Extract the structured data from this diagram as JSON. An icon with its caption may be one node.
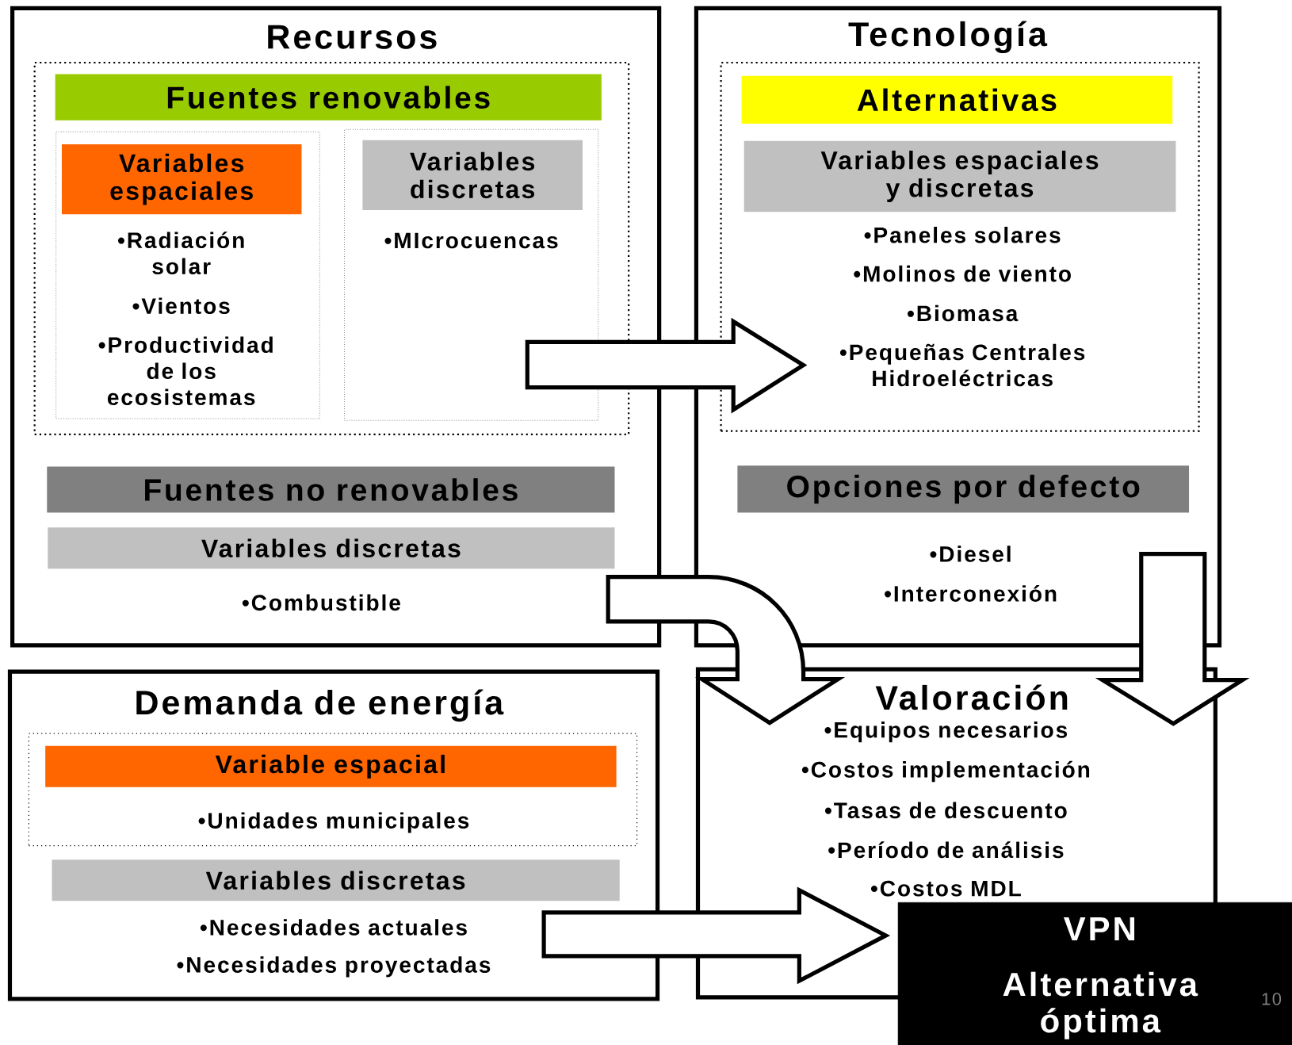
{
  "diagram": {
    "nodes": [
      {
        "text": [
          "Recursos",
          "•Combustible"
        ]
      },
      {
        "text": [],
        "shape": "box",
        "in": 0
      },
      {
        "text": [
          "Fuentes renovables"
        ],
        "in": 1
      },
      {
        "text": [
          "•Radiación solar",
          "•Vientos",
          "•Productividad de los ecosistemas"
        ],
        "in": 1
      },
      {
        "text": [
          "Variables espaciales"
        ],
        "in": 3
      },
      {
        "text": [
          "•MIcrocuencas"
        ],
        "in": 1
      },
      {
        "text": [
          "Variables discretas"
        ],
        "in": 5
      },
      {
        "text": [
          "Fuentes no renovables"
        ],
        "in": 0
      },
      {
        "text": [
          "Variables discretas"
        ],
        "in": 0
      },
      {
        "text": [
          "Tecnología",
          "•Diesel",
          "•Interconexión"
        ]
      },
      {
        "text": [
          "•Paneles solares",
          "•Molinos de viento",
          "•Biomasa",
          "•Pequeñas Centrales Hidroeléctricas"
        ],
        "in": 9
      },
      {
        "text": [
          "Alternativas"
        ],
        "in": 10
      },
      {
        "text": [
          "Variables espaciales y discretas"
        ],
        "in": 10
      },
      {
        "text": [
          "Opciones por defecto"
        ],
        "in": 9
      },
      {
        "text": [
          "Demanda de energía",
          "•Necesidades actuales",
          "•Necesidades proyectadas"
        ]
      },
      {
        "text": [
          "•Unidades municipales"
        ],
        "in": 14
      },
      {
        "text": [
          "Variable espacial"
        ],
        "in": 15
      },
      {
        "text": [
          "Variables discretas"
        ],
        "in": 14
      },
      {
        "text": [
          "Valoración",
          "•Equipos necesarios",
          "•Costos implementación",
          "•Tasas de descuento",
          "•Período de análisis",
          "•Costos MDL"
        ]
      },
      {
        "text": [
          "VPN",
          "Alternativa óptima"
        ]
      }
    ],
    "edges": [
      {
        "from": 1,
        "to": 10,
        "arrow": "to"
      },
      {
        "from": 0,
        "to": 18,
        "arrow": "to"
      },
      {
        "from": 9,
        "to": 18,
        "arrow": "to"
      },
      {
        "from": 14,
        "to": 19,
        "arrow": "to"
      }
    ],
    "labels": [
      "10"
    ]
  }
}
